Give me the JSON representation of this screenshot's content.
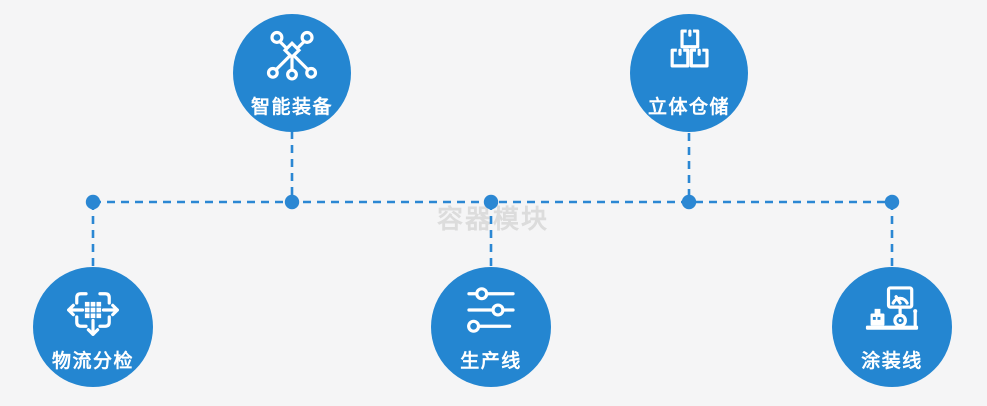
{
  "diagram": {
    "watermark": "容器模块",
    "colors": {
      "background": "#f5f5f6",
      "node_fill": "#2486d1",
      "connector": "#2b87d3",
      "label_text": "#ffffff",
      "watermark_text": "#dcdcdc"
    },
    "nodes": [
      {
        "id": "smart-equipment",
        "label": "智能装备",
        "icon": "network-nodes-icon",
        "position": "top-left"
      },
      {
        "id": "stereo-warehouse",
        "label": "立体仓储",
        "icon": "stacked-boxes-icon",
        "position": "top-right"
      },
      {
        "id": "logistics-sorting",
        "label": "物流分检",
        "icon": "dispatch-arrows-icon",
        "position": "bottom-left"
      },
      {
        "id": "production-line",
        "label": "生产线",
        "icon": "sliders-icon",
        "position": "bottom-center"
      },
      {
        "id": "painting-line",
        "label": "涂装线",
        "icon": "control-station-icon",
        "position": "bottom-right"
      }
    ]
  }
}
